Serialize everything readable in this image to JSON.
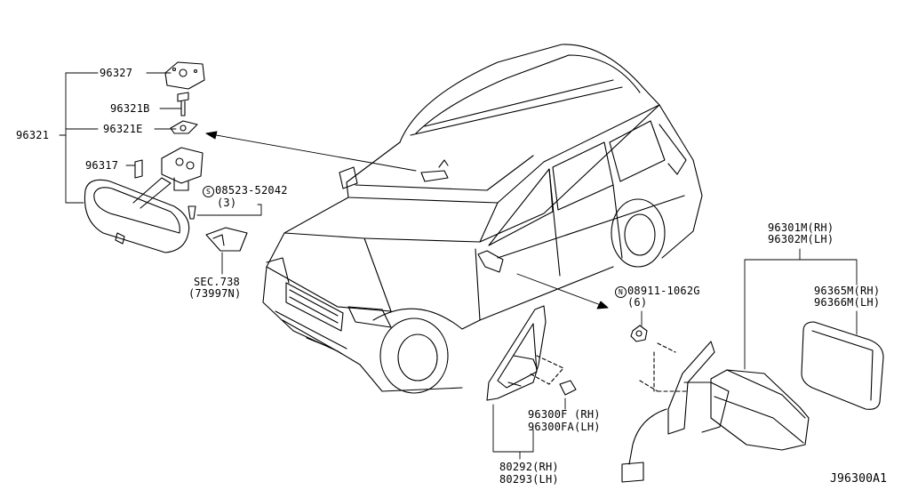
{
  "diagram_id": "J96300A1",
  "labels": {
    "p96327": "96327",
    "p96321b": "96321B",
    "p96321e": "96321E",
    "p96321": "96321",
    "p96317": "96317",
    "bolt_symbol": "S",
    "bolt_part": "08523-52042",
    "bolt_qty": "(3)",
    "sec_ref": "SEC.738",
    "sec_sub": "(73997N)",
    "nut_symbol": "N",
    "nut_part": "08911-1062G",
    "nut_qty": "(6)",
    "mirror_rh": "96301M(RH)",
    "mirror_lh": "96302M(LH)",
    "glass_rh": "96365M(RH)",
    "glass_lh": "96366M(LH)",
    "clip_rh": "96300F (RH)",
    "clip_lh": "96300FA(LH)",
    "cover_rh": "80292(RH)",
    "cover_lh": "80293(LH)"
  }
}
